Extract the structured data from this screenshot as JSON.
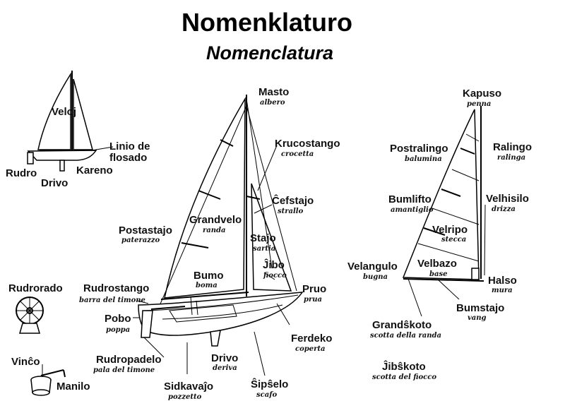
{
  "title": "Nomenklaturo",
  "subtitle": "Nomenclatura",
  "small_boat": {
    "veloj": "Veloj",
    "linio_de": "Linio de",
    "flosado": "flosado",
    "rudro": "Rudro",
    "drivo": "Drivo",
    "kareno": "Kareno"
  },
  "main_boat": {
    "masto": {
      "eo": "Masto",
      "it": "albero"
    },
    "krucostango": {
      "eo": "Krucostango",
      "it": "crocetta"
    },
    "cefstajo": {
      "eo": "Ĉefstajo",
      "it": "strallo"
    },
    "grandvelo": {
      "eo": "Grandvelo",
      "it": "randa"
    },
    "postastajo": {
      "eo": "Postastajo",
      "it": "paterazzo"
    },
    "stajo": {
      "eo": "Stajo",
      "it": "sartia"
    },
    "jibo": {
      "eo": "Ĵibo",
      "it": "fiocco"
    },
    "bumo": {
      "eo": "Bumo",
      "it": "boma"
    },
    "pruo": {
      "eo": "Pruo",
      "it": "prua"
    },
    "rudrostango": {
      "eo": "Rudrostango",
      "it": "barra del timone"
    },
    "pobo": {
      "eo": "Pobo",
      "it": "poppa"
    },
    "ferdeko": {
      "eo": "Ferdeko",
      "it": "coperta"
    },
    "rudropadelo": {
      "eo": "Rudropadelo",
      "it": "pala del timone"
    },
    "drivo": {
      "eo": "Drivo",
      "it": "deriva"
    },
    "sidkavajo": {
      "eo": "Sidkavaĵo",
      "it": "pozzetto"
    },
    "sipselo": {
      "eo": "Ŝipŝelo",
      "it": "scafo"
    }
  },
  "sail": {
    "kapuso": {
      "eo": "Kapuso",
      "it": "penna"
    },
    "postralingo": {
      "eo": "Postralingo",
      "it": "balumina"
    },
    "ralingo": {
      "eo": "Ralingo",
      "it": "ralinga"
    },
    "bumlifto": {
      "eo": "Bumlifto",
      "it": "amantiglio"
    },
    "velhisilo": {
      "eo": "Velhisilo",
      "it": "drizza"
    },
    "velripo": {
      "eo": "Velripo",
      "it": "stecca"
    },
    "velangulo": {
      "eo": "Velangulo",
      "it": "bugna"
    },
    "velbazo": {
      "eo": "Velbazo",
      "it": "base"
    },
    "halso": {
      "eo": "Halso",
      "it": "mura"
    },
    "bumstajo": {
      "eo": "Bumstajo",
      "it": "vang"
    },
    "grandskoto": {
      "eo": "Grandŝkoto",
      "it": "scotta della randa"
    },
    "jibskoto": {
      "eo": "Ĵibŝkoto",
      "it": "scotta del fiocco"
    }
  },
  "hardware": {
    "rudrorado": "Rudrorado",
    "vinco": "Vinĉo",
    "manilo": "Manilo"
  }
}
